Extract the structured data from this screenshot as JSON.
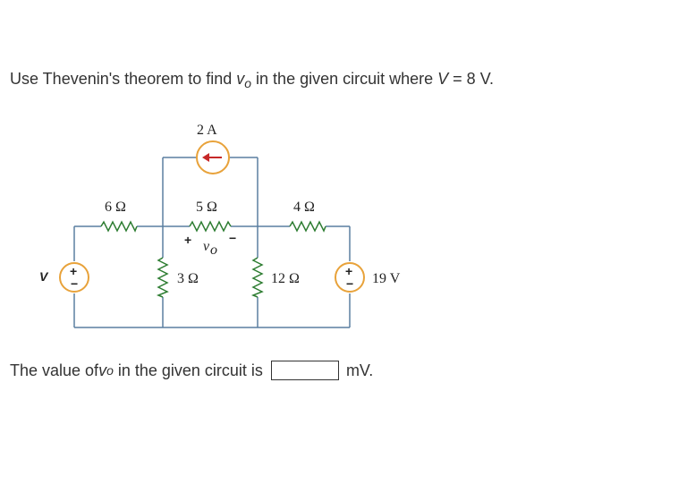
{
  "question": {
    "prefix": "Use Thevenin's theorem to find ",
    "var": "v",
    "sub": "o",
    "middle": " in the given circuit where ",
    "given_var": "V",
    "given_value": " = 8 V."
  },
  "circuit": {
    "current_source": "2 A",
    "r6": "6 Ω",
    "r5": "5 Ω",
    "r4": "4 Ω",
    "r3": "3 Ω",
    "r12": "12 Ω",
    "vo_label": "v",
    "vo_sub": "o",
    "vo_plus": "+",
    "vo_minus": "−",
    "source_v_label": "V",
    "source_19_label": "19 V",
    "src_plus": "+",
    "src_minus": "−"
  },
  "answer": {
    "prefix": "The value of ",
    "var": "v",
    "sub": "o",
    "middle": " in the given circuit is ",
    "input_value": "",
    "unit": "mV."
  },
  "colors": {
    "wire": "#5a7fa0",
    "source": "#e8a23a",
    "resistor": "#2e7d32",
    "arrow": "#c62828"
  }
}
